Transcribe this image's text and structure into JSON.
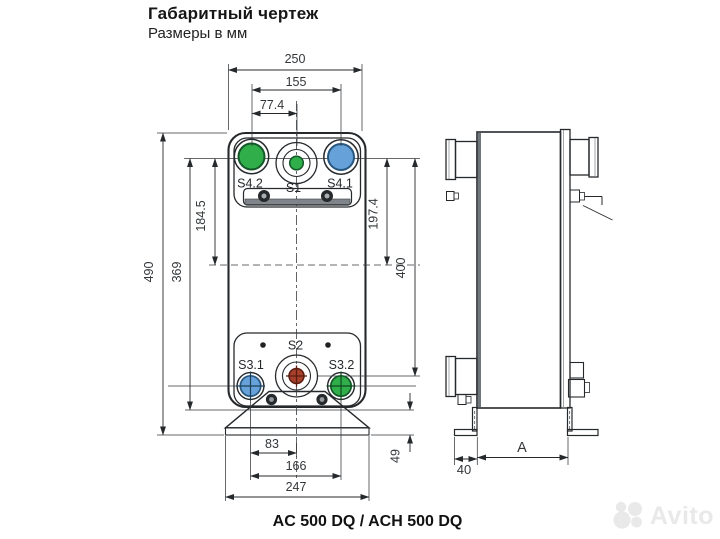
{
  "title": "Габаритный чертеж",
  "subtitle": "Размеры в мм",
  "caption": "AC 500 DQ / ACH 500 DQ",
  "watermark": {
    "brand": "Avito"
  },
  "front_view": {
    "ports": {
      "s42": "S4.2",
      "s1": "S1",
      "s41": "S4.1",
      "s31": "S3.1",
      "s2": "S2",
      "s32": "S3.2"
    },
    "dims": {
      "d250": "250",
      "d155": "155",
      "d774": "77.4",
      "d490": "490",
      "d369": "369",
      "d1845": "184.5",
      "d1974": "197.4",
      "d400": "400",
      "d49": "49",
      "d83": "83",
      "d166": "166",
      "d247": "247"
    }
  },
  "side_view": {
    "dims": {
      "dA": "A",
      "d40": "40"
    }
  },
  "colors": {
    "port_green": "#2fae4a",
    "port_blue": "#66a2d9",
    "port_red": "#a6402c",
    "body_fill": "#dde3e6",
    "line": "#26292c"
  }
}
